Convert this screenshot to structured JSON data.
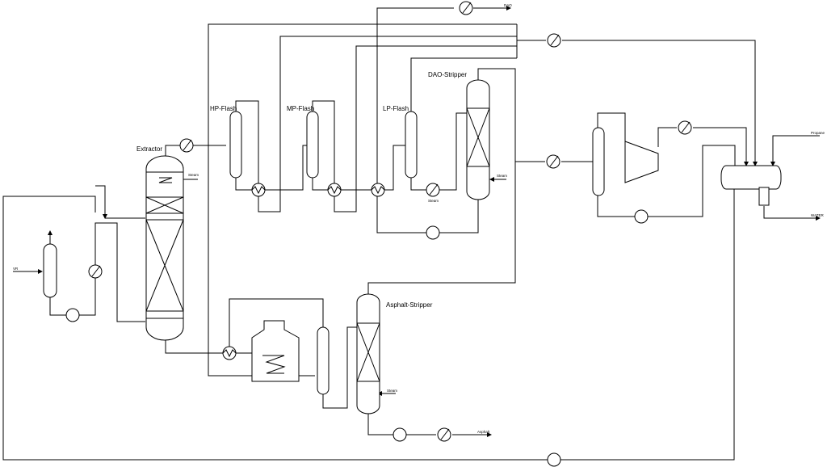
{
  "equipment": {
    "extractor": "Extractor",
    "hp_flash": "HP-Flash",
    "mp_flash": "MP-Flash",
    "lp_flash": "LP-Flash",
    "dao_stripper": "DAO-Stripper",
    "asphalt_stripper": "Asphalt-Stripper"
  },
  "streams": {
    "vr": "VR",
    "dao": "DAO",
    "propane": "Propane",
    "water": "WATER",
    "asphalt": "Asphalt",
    "steam_extractor": "Steam",
    "steam_lp": "Steam",
    "steam_dao": "Steam",
    "steam_asphalt": "Steam"
  }
}
